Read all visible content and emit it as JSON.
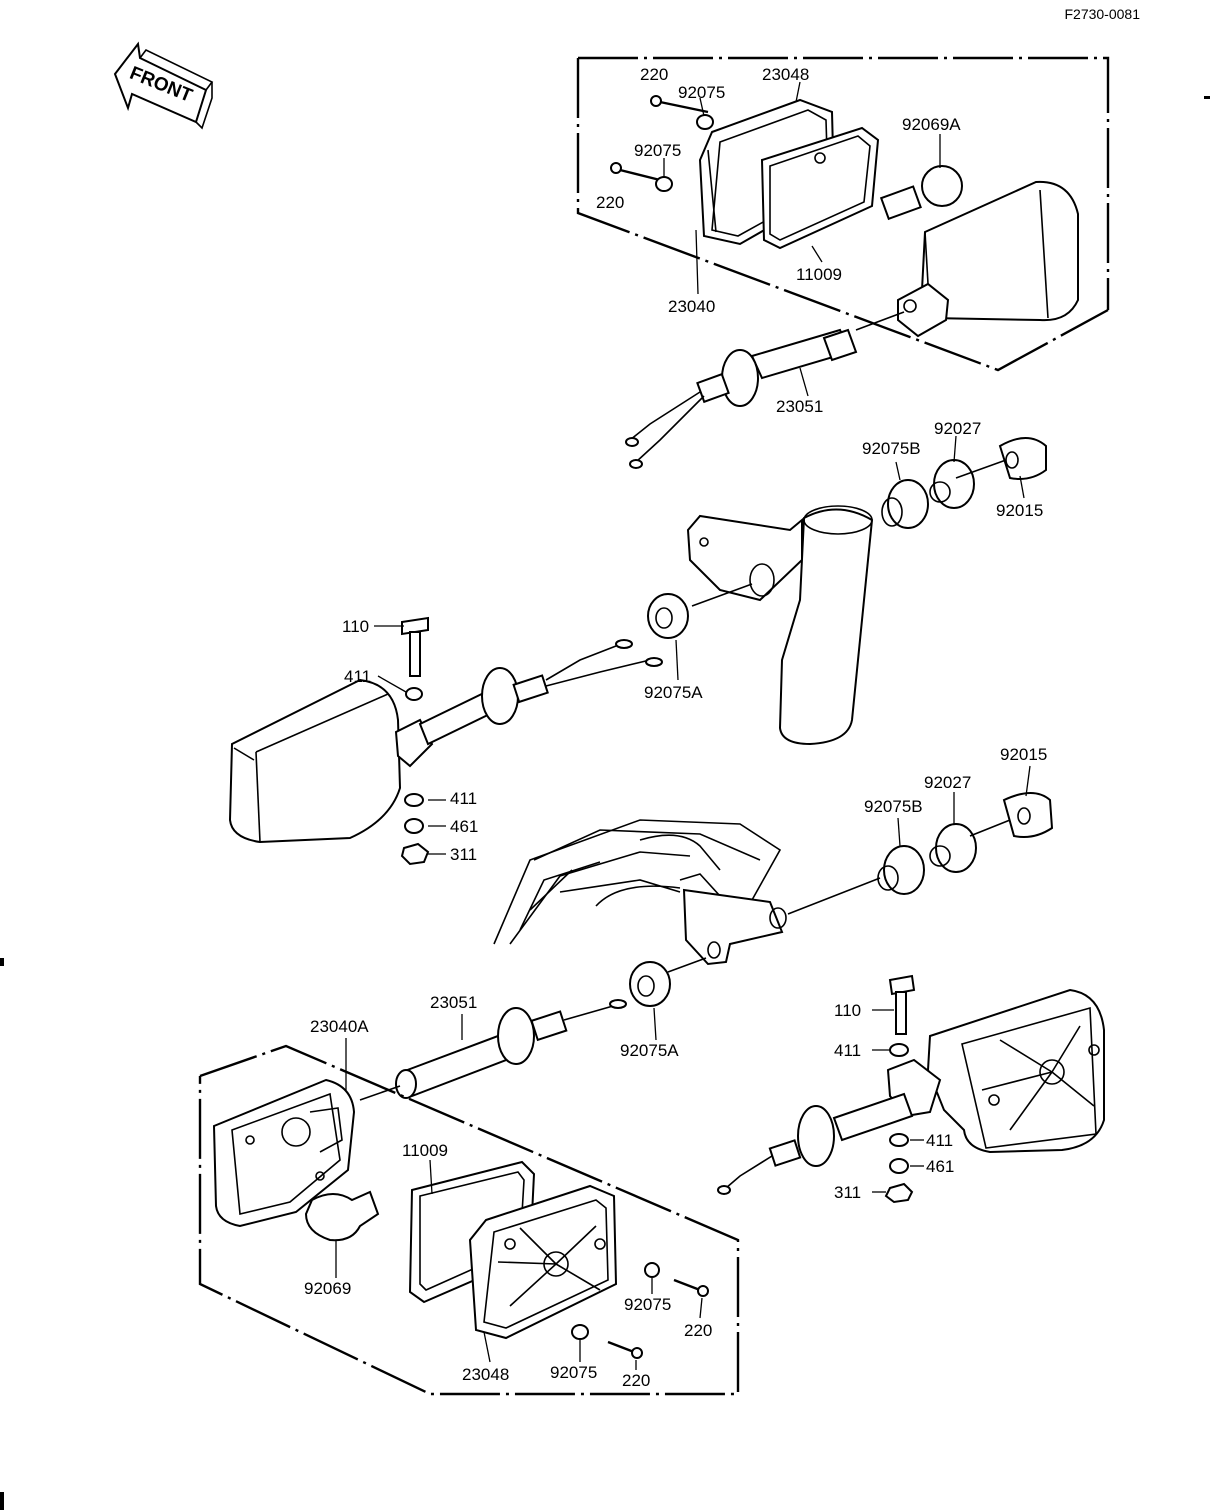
{
  "diagram_code": "F2730-0081",
  "front_label": "FRONT",
  "labels": {
    "top_220_a": "220",
    "top_92075_a": "92075",
    "top_23048": "23048",
    "top_92069A": "92069A",
    "top_92075_b": "92075",
    "top_220_b": "220",
    "top_11009": "11009",
    "top_23040": "23040",
    "top_23051": "23051",
    "mid_92027_a": "92027",
    "mid_92075B_a": "92075B",
    "mid_92015_a": "92015",
    "left_110": "110",
    "left_411_a": "411",
    "mid_92075A_a": "92075A",
    "left_411_b": "411",
    "left_461": "461",
    "left_311": "311",
    "mid_92015_b": "92015",
    "mid_92027_b": "92027",
    "mid_92075B_b": "92075B",
    "bot_23040A": "23040A",
    "bot_23051": "23051",
    "bot_92075A": "92075A",
    "right_110": "110",
    "right_411_a": "411",
    "right_411_b": "411",
    "right_461": "461",
    "right_311": "311",
    "bot_11009": "11009",
    "bot_92069": "92069",
    "bot_92075_a": "92075",
    "bot_220_a": "220",
    "bot_23048": "23048",
    "bot_92075_b": "92075",
    "bot_220_b": "220"
  }
}
